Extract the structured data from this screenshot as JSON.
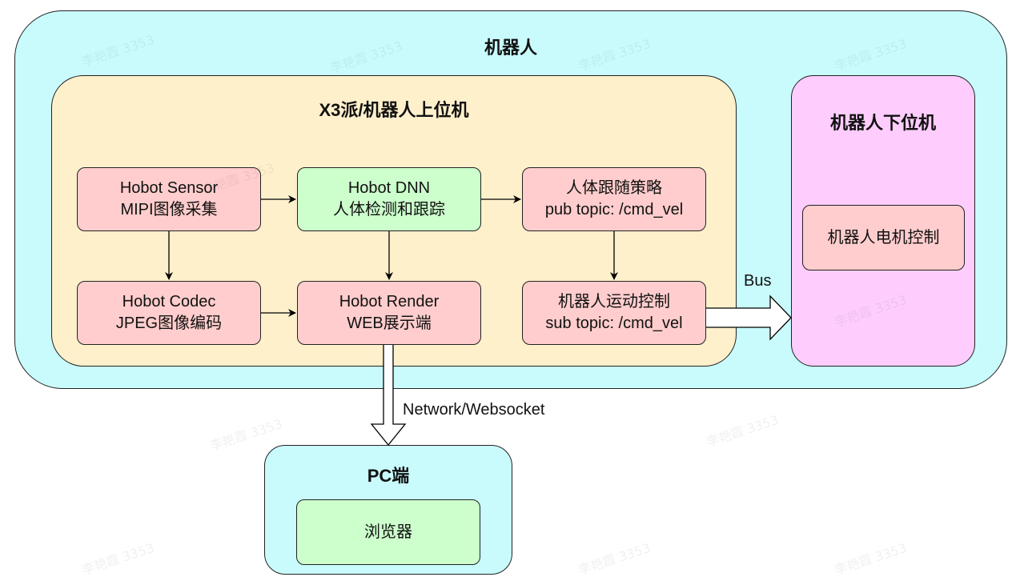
{
  "containers": {
    "robot": "机器人",
    "upper_computer": "X3派/机器人上位机",
    "lower_computer": "机器人下位机",
    "pc": "PC端"
  },
  "nodes": {
    "sensor": {
      "line1": "Hobot Sensor",
      "line2": "MIPI图像采集"
    },
    "dnn": {
      "line1": "Hobot DNN",
      "line2": "人体检测和跟踪"
    },
    "follow": {
      "line1": "人体跟随策略",
      "line2": "pub topic: /cmd_vel"
    },
    "codec": {
      "line1": "Hobot Codec",
      "line2": "JPEG图像编码"
    },
    "render": {
      "line1": "Hobot Render",
      "line2": "WEB展示端"
    },
    "motion": {
      "line1": "机器人运动控制",
      "line2": "sub topic: /cmd_vel"
    },
    "motor": {
      "line1": "机器人电机控制"
    },
    "browser": {
      "line1": "浏览器"
    }
  },
  "edge_labels": {
    "bus": "Bus",
    "network": "Network/Websocket"
  },
  "colors": {
    "robot_bg": "#c9fbfd",
    "upper_bg": "#fff0cc",
    "lower_bg": "#fecdfd",
    "node_pink": "#ffcdcd",
    "node_green": "#ccffcc"
  },
  "watermark": "李艳霞 3353"
}
